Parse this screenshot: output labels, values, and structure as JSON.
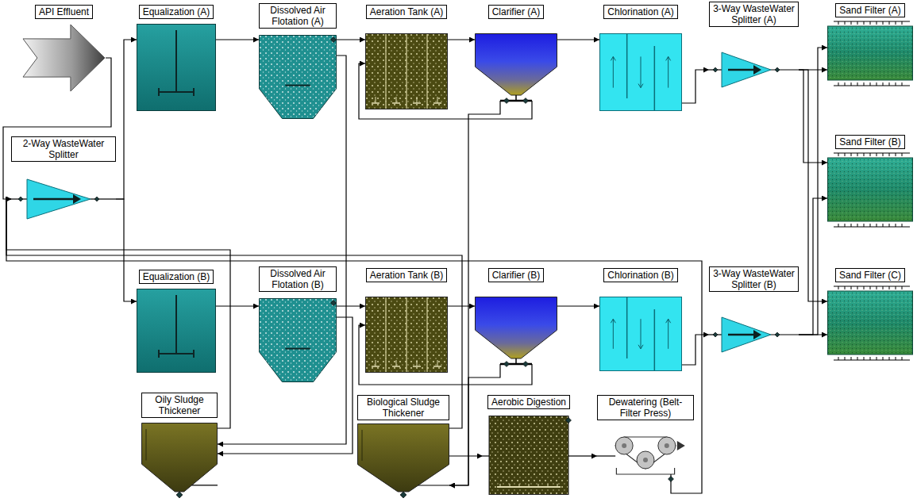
{
  "diagram": {
    "nodes": [
      {
        "text": [
          "API Effluent"
        ]
      },
      {
        "text": [
          "Equalization (A)"
        ]
      },
      {
        "text": [
          "Dissolved Air Flotation (A)"
        ]
      },
      {
        "text": [
          "Aeration Tank (A)"
        ]
      },
      {
        "text": [
          "Clarifier (A)"
        ]
      },
      {
        "text": [
          "Chlorination (A)"
        ]
      },
      {
        "text": [
          "3-Way WasteWater Splitter (A)"
        ]
      },
      {
        "text": [
          "Sand Filter (A)"
        ]
      },
      {
        "text": [
          "2-Way WasteWater Splitter"
        ]
      },
      {
        "text": [
          "Sand Filter (B)"
        ]
      },
      {
        "text": [
          "Equalization (B)"
        ]
      },
      {
        "text": [
          "Dissolved Air Flotation (B)"
        ]
      },
      {
        "text": [
          "Aeration Tank (B)"
        ]
      },
      {
        "text": [
          "Clarifier (B)"
        ]
      },
      {
        "text": [
          "Chlorination (B)"
        ]
      },
      {
        "text": [
          "3-Way WasteWater Splitter (B)"
        ]
      },
      {
        "text": [
          "Sand Filter (C)"
        ]
      },
      {
        "text": [
          "Oily Sludge Thickener"
        ]
      },
      {
        "text": [
          "Biological Sludge Thickener"
        ]
      },
      {
        "text": [
          "Aerobic Digestion"
        ]
      },
      {
        "text": [
          "Dewatering (Belt-Filter Press)"
        ]
      }
    ],
    "edges": [
      {
        "from": 0,
        "to": 8,
        "arrow": "to"
      },
      {
        "from": 8,
        "to": 1,
        "arrow": "to"
      },
      {
        "from": 1,
        "to": 2,
        "arrow": "to"
      },
      {
        "from": 2,
        "to": 3,
        "arrow": "to"
      },
      {
        "from": 3,
        "to": 4,
        "arrow": "to"
      },
      {
        "from": 4,
        "to": 3,
        "arrow": "to"
      },
      {
        "from": 4,
        "to": 5,
        "arrow": "to"
      },
      {
        "from": 5,
        "to": 6,
        "arrow": "to"
      },
      {
        "from": 6,
        "to": 7,
        "arrow": "to"
      },
      {
        "from": 6,
        "to": 9,
        "arrow": "to"
      },
      {
        "from": 6,
        "to": 16,
        "arrow": "to"
      },
      {
        "from": 8,
        "to": 10,
        "arrow": "to"
      },
      {
        "from": 10,
        "to": 11,
        "arrow": "to"
      },
      {
        "from": 11,
        "to": 12,
        "arrow": "to"
      },
      {
        "from": 12,
        "to": 13,
        "arrow": "to"
      },
      {
        "from": 13,
        "to": 12,
        "arrow": "to"
      },
      {
        "from": 13,
        "to": 14,
        "arrow": "to"
      },
      {
        "from": 14,
        "to": 15,
        "arrow": "to"
      },
      {
        "from": 15,
        "to": 7,
        "arrow": "to"
      },
      {
        "from": 15,
        "to": 9,
        "arrow": "to"
      },
      {
        "from": 15,
        "to": 16,
        "arrow": "to"
      },
      {
        "from": 2,
        "to": 17,
        "arrow": "to"
      },
      {
        "from": 11,
        "to": 17,
        "arrow": "to"
      },
      {
        "from": 4,
        "to": 18,
        "arrow": "to"
      },
      {
        "from": 13,
        "to": 18,
        "arrow": "to"
      },
      {
        "from": 17,
        "to": 8,
        "arrow": "to"
      },
      {
        "from": 18,
        "to": 19,
        "arrow": "to"
      },
      {
        "from": 18,
        "to": 8,
        "arrow": "to"
      },
      {
        "from": 19,
        "to": 20,
        "arrow": "to"
      },
      {
        "from": 20,
        "to": 8,
        "arrow": "to"
      }
    ]
  }
}
